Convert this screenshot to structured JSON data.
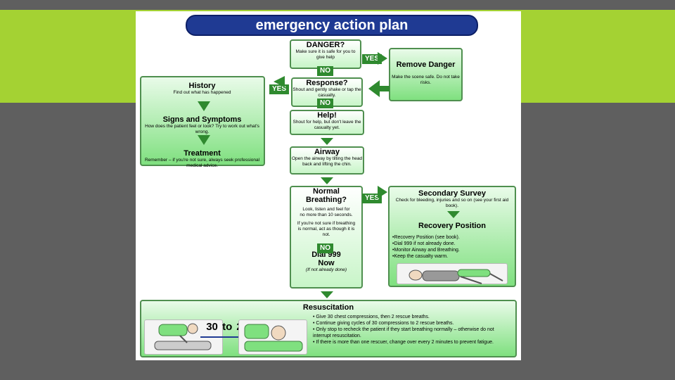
{
  "title": "emergency action plan",
  "danger": {
    "heading": "DANGER?",
    "text": "Make sure it is safe for you to give help"
  },
  "yes_label": "YES",
  "no_label": "NO",
  "remove": {
    "heading": "Remove Danger",
    "text": "Make the scene safe. Do not take risks."
  },
  "response": {
    "heading": "Response?",
    "text": "Shout and gently shake or tap the casualty."
  },
  "history": {
    "heading": "History",
    "text": "Find out what has happened",
    "signs_heading": "Signs and Symptoms",
    "signs_text": "How does the patient feel or look? Try to work out what's wrong.",
    "treatment_heading": "Treatment",
    "treatment_text": "Remember – if you're not sure, always seek professional medical advice."
  },
  "help": {
    "heading": "Help!",
    "text": "Shout for help, but don't leave the casualty yet."
  },
  "airway": {
    "heading": "Airway",
    "text": "Open the airway by tilting the head back and lifting the chin."
  },
  "breathing": {
    "heading": "Normal Breathing?",
    "text1": "Look, listen and feel for no more than 10 seconds.",
    "text2": "If you're not sure if breathing is normal, act as though it is not.",
    "dial_heading": "Dial 999 Now",
    "dial_text": "(If not already done)"
  },
  "secondary": {
    "heading": "Secondary Survey",
    "text": "Check for bleeding, injuries and so on (see your first aid book).",
    "recovery_heading": "Recovery Position",
    "items": [
      "•Recovery Position (see book).",
      "•Dial 999 if not already done.",
      "•Monitor Airway and Breathing.",
      "•Keep the casualty warm."
    ]
  },
  "resus": {
    "heading": "Resuscitation",
    "ratio_a": "30",
    "ratio_to": "to",
    "ratio_b": "2",
    "items": [
      "• Give 30 chest compressions, then 2 rescue breaths.",
      "• Continue giving cycles of 30 compressions to 2 rescue breaths.",
      "• Only stop to recheck the patient if they start breathing normally – otherwise do not interrupt resuscitation.",
      "• If there is more than one rescuer, change over every 2 minutes to prevent fatigue."
    ]
  },
  "colors": {
    "accent_green": "#2f8a2f",
    "title_blue": "#1f3a93",
    "lime": "#a4d233",
    "gray": "#5f5f5f"
  }
}
